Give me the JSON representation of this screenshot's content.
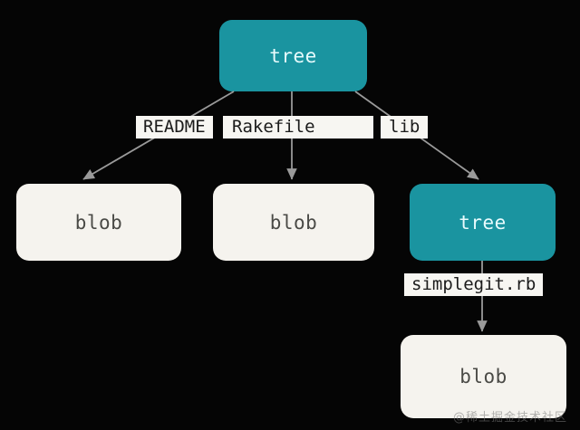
{
  "diagram": {
    "type": "git-object-graph",
    "background_color": "#050505",
    "colors": {
      "tree_fill": "#1a94a0",
      "tree_text": "#e8fbfd",
      "blob_fill": "#f5f3ee",
      "blob_text": "#4a4a46",
      "label_fill": "#f7f6f2",
      "label_text": "#1b1b1b",
      "arrow": "#9a9a9a"
    },
    "nodes": [
      {
        "id": "root-tree",
        "label": "tree",
        "kind": "tree"
      },
      {
        "id": "blob-readme",
        "label": "blob",
        "kind": "blob"
      },
      {
        "id": "blob-rakefile",
        "label": "blob",
        "kind": "blob"
      },
      {
        "id": "lib-tree",
        "label": "tree",
        "kind": "tree"
      },
      {
        "id": "blob-simplegit",
        "label": "blob",
        "kind": "blob"
      }
    ],
    "edges": [
      {
        "id": "edge-readme",
        "label": "README",
        "from": "root-tree",
        "to": "blob-readme"
      },
      {
        "id": "edge-rakefile",
        "label": "Rakefile",
        "from": "root-tree",
        "to": "blob-rakefile"
      },
      {
        "id": "edge-lib",
        "label": "lib",
        "from": "root-tree",
        "to": "lib-tree"
      },
      {
        "id": "edge-simplegit",
        "label": "simplegit.rb",
        "from": "lib-tree",
        "to": "blob-simplegit"
      }
    ],
    "watermark": "@稀土掘金技术社区"
  }
}
